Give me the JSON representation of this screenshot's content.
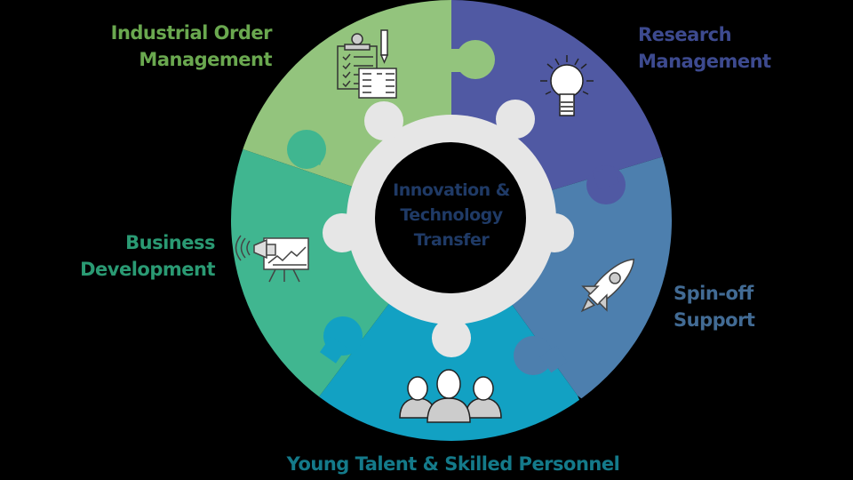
{
  "diagram": {
    "type": "circular-puzzle",
    "center": {
      "lines": [
        "Innovation &",
        "Technology",
        "Transfer"
      ],
      "color": "#1f3a66"
    },
    "segments": [
      {
        "id": "industrial",
        "lines": [
          "Industrial Order",
          "Management"
        ],
        "icon": "clipboard-checklist-icon",
        "fill": "#93c47d",
        "text_color": "#6aa84f"
      },
      {
        "id": "research",
        "lines": [
          "Research",
          "Management"
        ],
        "icon": "lightbulb-icon",
        "fill": "#5059a3",
        "text_color": "#3d4a8f"
      },
      {
        "id": "spinoff",
        "lines": [
          "Spin-off",
          "Support"
        ],
        "icon": "rocket-icon",
        "fill": "#4d7fae",
        "text_color": "#426b94"
      },
      {
        "id": "young",
        "lines": [
          "Young Talent & Skilled Personnel"
        ],
        "icon": "people-group-icon",
        "fill": "#12a1c3",
        "text_color": "#147a8a"
      },
      {
        "id": "business",
        "lines": [
          "Business",
          "Development"
        ],
        "icon": "megaphone-presentation-icon",
        "fill": "#40b690",
        "text_color": "#2a9a73"
      }
    ],
    "ring_color": "#e6e6e6",
    "hub_color": "#000000"
  }
}
